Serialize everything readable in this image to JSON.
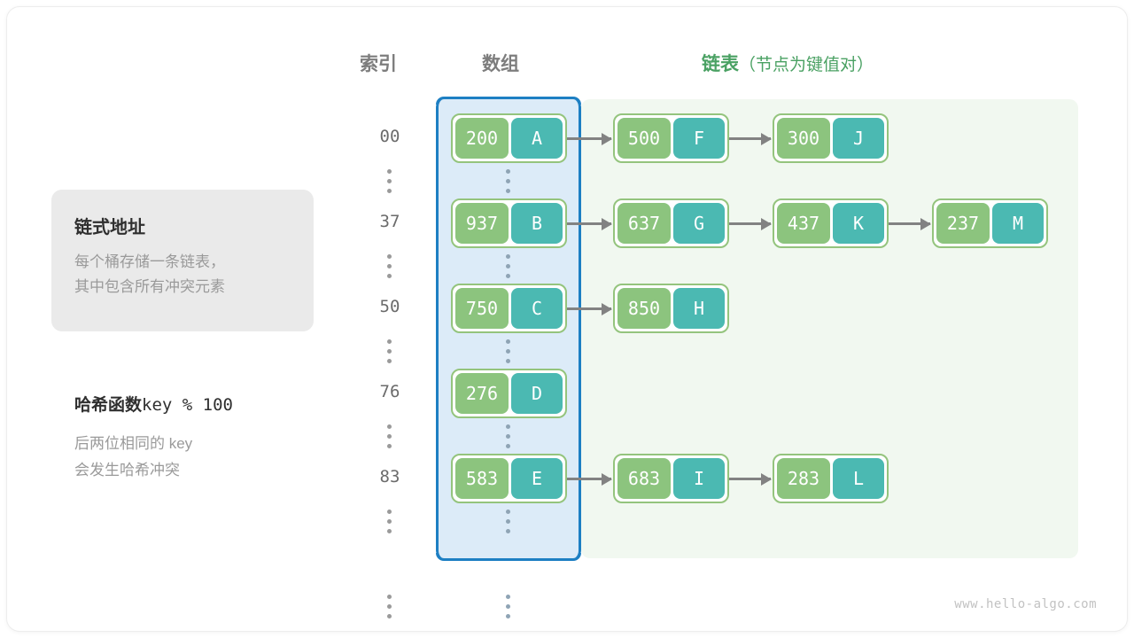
{
  "headers": {
    "index": "索引",
    "array": "数组",
    "list_main": "链表",
    "list_sub": "（节点为键值对）"
  },
  "info_card": {
    "title": "链式地址",
    "line1": "每个桶存储一条链表，",
    "line2": "其中包含所有冲突元素"
  },
  "hash_note": {
    "title_cn": "哈希函数",
    "title_code": "key % 100",
    "line1": "后两位相同的 key",
    "line2": "会发生哈希冲突"
  },
  "colors": {
    "key_box": "#8cc47e",
    "value_box": "#4bb9b2",
    "node_border": "#94c47d",
    "array_region_bg": "#dcebf8",
    "array_region_border": "#1d7fc3",
    "list_region_bg": "#f1f8f0",
    "list_header": "#4aa163",
    "arrow": "#828282",
    "index_text": "#6b6b6b",
    "info_card_bg": "#eaeaea"
  },
  "buckets": [
    {
      "index": "00",
      "nodes": [
        {
          "key": "200",
          "value": "A"
        },
        {
          "key": "500",
          "value": "F"
        },
        {
          "key": "300",
          "value": "J"
        }
      ]
    },
    {
      "index": "37",
      "nodes": [
        {
          "key": "937",
          "value": "B"
        },
        {
          "key": "637",
          "value": "G"
        },
        {
          "key": "437",
          "value": "K"
        },
        {
          "key": "237",
          "value": "M"
        }
      ]
    },
    {
      "index": "50",
      "nodes": [
        {
          "key": "750",
          "value": "C"
        },
        {
          "key": "850",
          "value": "H"
        }
      ]
    },
    {
      "index": "76",
      "nodes": [
        {
          "key": "276",
          "value": "D"
        }
      ]
    },
    {
      "index": "83",
      "nodes": [
        {
          "key": "583",
          "value": "E"
        },
        {
          "key": "683",
          "value": "I"
        },
        {
          "key": "283",
          "value": "L"
        }
      ]
    }
  ],
  "ellipsis_rows": 6,
  "watermark": "www.hello-algo.com"
}
